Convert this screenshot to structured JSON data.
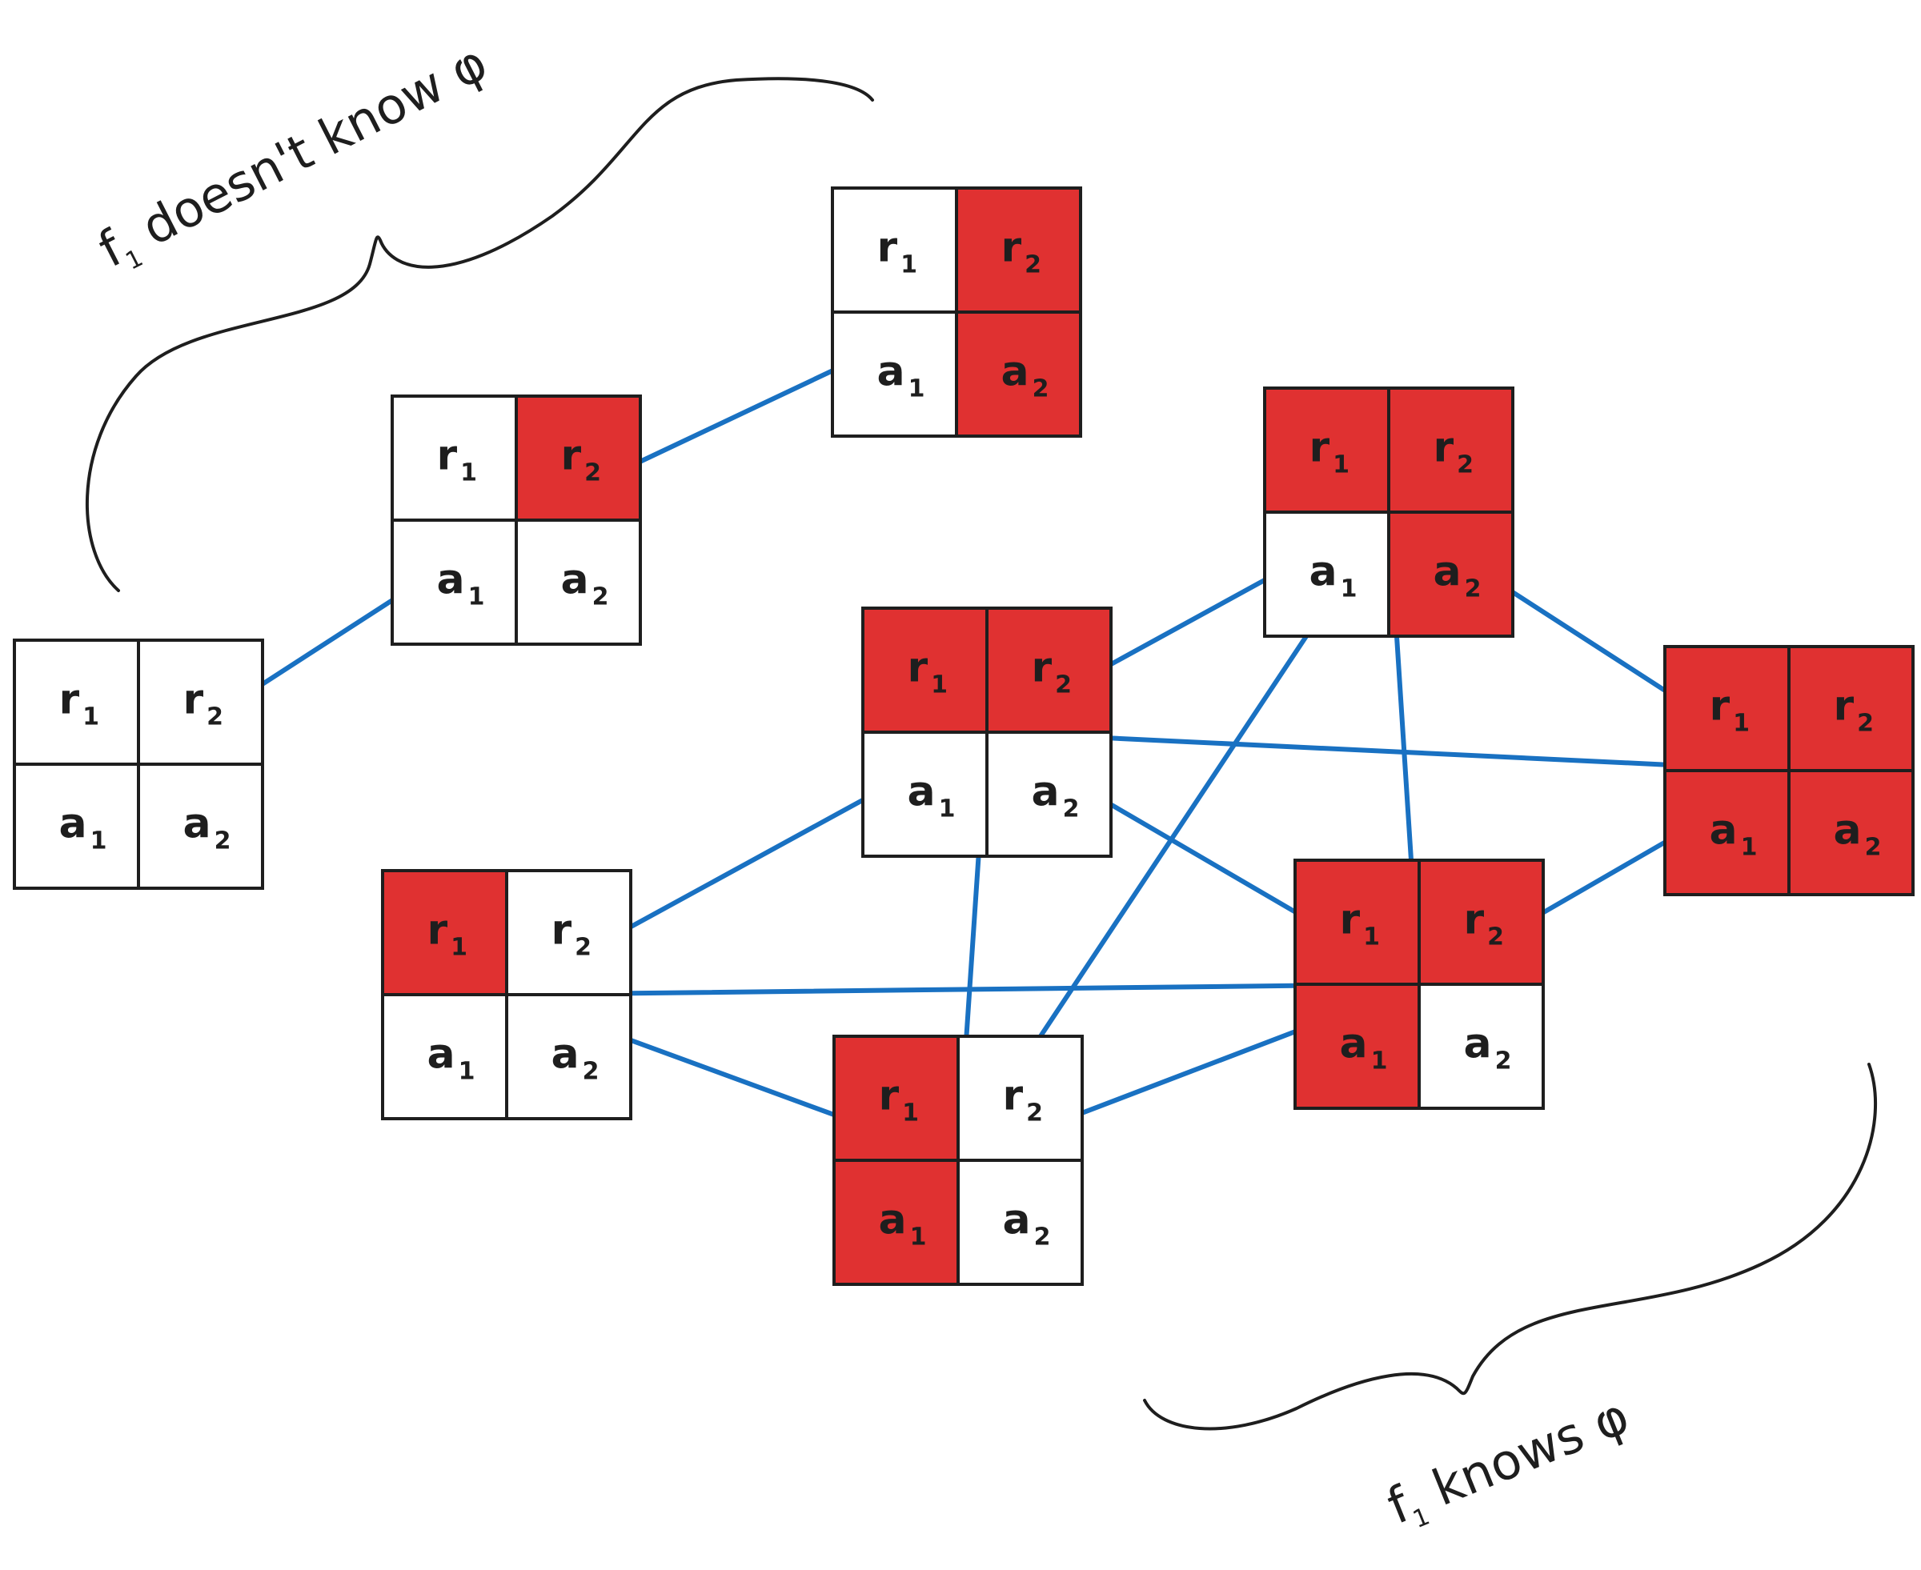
{
  "colors": {
    "known_fill": "#e03131",
    "unknown_fill": "#ffffff",
    "edge": "#1971c2",
    "ink": "#1e1e1e"
  },
  "annotations": {
    "top": {
      "prefix": "f",
      "sub": "1",
      "text": " doesn't know φ"
    },
    "bottom": {
      "prefix": "f",
      "sub": "1",
      "text": " knows φ"
    }
  },
  "worlds": [
    {
      "id": "w0",
      "cells": [
        {
          "label": "r",
          "sub": "1",
          "filled": false
        },
        {
          "label": "r",
          "sub": "2",
          "filled": false
        },
        {
          "label": "a",
          "sub": "1",
          "filled": false
        },
        {
          "label": "a",
          "sub": "2",
          "filled": false
        }
      ]
    },
    {
      "id": "w1",
      "cells": [
        {
          "label": "r",
          "sub": "1",
          "filled": false
        },
        {
          "label": "r",
          "sub": "2",
          "filled": true
        },
        {
          "label": "a",
          "sub": "1",
          "filled": false
        },
        {
          "label": "a",
          "sub": "2",
          "filled": false
        }
      ]
    },
    {
      "id": "w2",
      "cells": [
        {
          "label": "r",
          "sub": "1",
          "filled": false
        },
        {
          "label": "r",
          "sub": "2",
          "filled": true
        },
        {
          "label": "a",
          "sub": "1",
          "filled": false
        },
        {
          "label": "a",
          "sub": "2",
          "filled": true
        }
      ]
    },
    {
      "id": "w3",
      "cells": [
        {
          "label": "r",
          "sub": "1",
          "filled": true
        },
        {
          "label": "r",
          "sub": "2",
          "filled": false
        },
        {
          "label": "a",
          "sub": "1",
          "filled": false
        },
        {
          "label": "a",
          "sub": "2",
          "filled": false
        }
      ]
    },
    {
      "id": "w4",
      "cells": [
        {
          "label": "r",
          "sub": "1",
          "filled": true
        },
        {
          "label": "r",
          "sub": "2",
          "filled": true
        },
        {
          "label": "a",
          "sub": "1",
          "filled": false
        },
        {
          "label": "a",
          "sub": "2",
          "filled": false
        }
      ]
    },
    {
      "id": "w5",
      "cells": [
        {
          "label": "r",
          "sub": "1",
          "filled": true
        },
        {
          "label": "r",
          "sub": "2",
          "filled": false
        },
        {
          "label": "a",
          "sub": "1",
          "filled": true
        },
        {
          "label": "a",
          "sub": "2",
          "filled": false
        }
      ]
    },
    {
      "id": "w6",
      "cells": [
        {
          "label": "r",
          "sub": "1",
          "filled": true
        },
        {
          "label": "r",
          "sub": "2",
          "filled": true
        },
        {
          "label": "a",
          "sub": "1",
          "filled": false
        },
        {
          "label": "a",
          "sub": "2",
          "filled": true
        }
      ]
    },
    {
      "id": "w7",
      "cells": [
        {
          "label": "r",
          "sub": "1",
          "filled": true
        },
        {
          "label": "r",
          "sub": "2",
          "filled": true
        },
        {
          "label": "a",
          "sub": "1",
          "filled": true
        },
        {
          "label": "a",
          "sub": "2",
          "filled": false
        }
      ]
    },
    {
      "id": "w8",
      "cells": [
        {
          "label": "r",
          "sub": "1",
          "filled": true
        },
        {
          "label": "r",
          "sub": "2",
          "filled": true
        },
        {
          "label": "a",
          "sub": "1",
          "filled": true
        },
        {
          "label": "a",
          "sub": "2",
          "filled": true
        }
      ]
    }
  ],
  "edges": [
    [
      "w0",
      "w1"
    ],
    [
      "w1",
      "w2"
    ],
    [
      "w3",
      "w4"
    ],
    [
      "w3",
      "w5"
    ],
    [
      "w3",
      "w7"
    ],
    [
      "w4",
      "w6"
    ],
    [
      "w4",
      "w8"
    ],
    [
      "w4",
      "w7"
    ],
    [
      "w4",
      "w5"
    ],
    [
      "w6",
      "w5"
    ],
    [
      "w6",
      "w7"
    ],
    [
      "w6",
      "w8"
    ],
    [
      "w5",
      "w7"
    ],
    [
      "w7",
      "w8"
    ]
  ]
}
